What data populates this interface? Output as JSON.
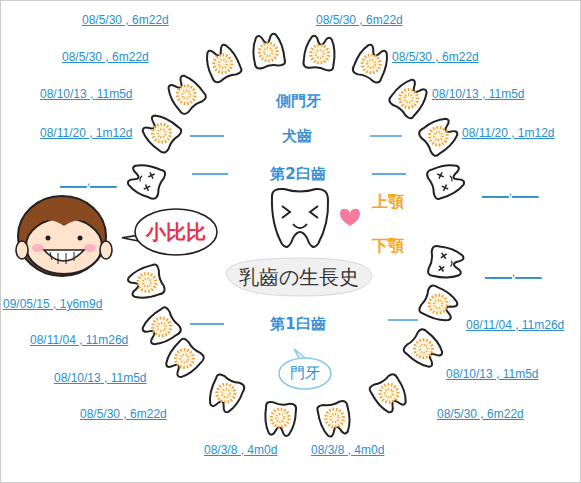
{
  "diagram": {
    "title": "乳齒の生長史",
    "nodes": [
      {
        "text": [
          "小比比"
        ]
      },
      {
        "text": [
          "門牙"
        ]
      }
    ],
    "labels": [
      "08/5/30 , 6m22d",
      "08/5/30 , 6m22d",
      "08/5/30 , 6m22d",
      "08/5/30 , 6m22d",
      "08/10/13 , 11m5d",
      "08/10/13 , 11m5d",
      "08/11/20 , 1m12d",
      "08/11/20 , 1m12d",
      "____,____",
      "____,____",
      "____,____",
      "09/05/15 , 1y6m9d",
      "08/11/04 , 11m26d",
      "08/11/04 , 11m26d",
      "08/10/13 , 11m5d",
      "08/10/13 , 11m5d",
      "08/5/30 , 6m22d",
      "08/5/30 , 6m22d",
      "08/3/8 , 4m0d",
      "08/3/8 , 4m0d",
      "側門牙",
      "犬齒",
      "第2臼齒",
      "上顎",
      "下顎",
      "第1臼齒"
    ]
  }
}
